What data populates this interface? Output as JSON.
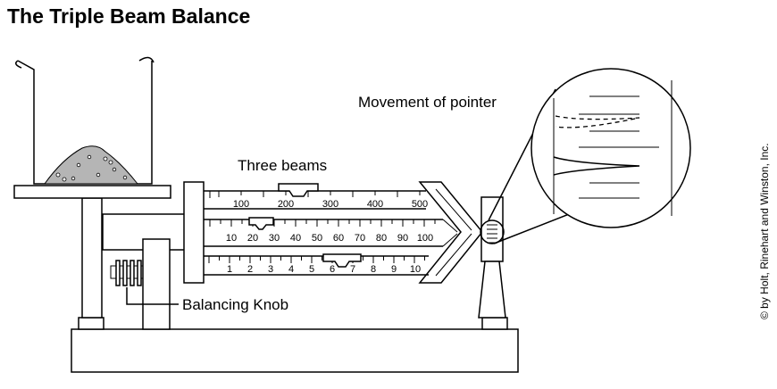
{
  "title": "The Triple Beam Balance",
  "labels": {
    "movement_of_pointer": "Movement of pointer",
    "three_beams": "Three beams",
    "balancing_knob": "Balancing Knob"
  },
  "copyright": "© by Holt, Rinehart and Winston, Inc.",
  "beams": {
    "top": [
      "100",
      "200",
      "300",
      "400",
      "500"
    ],
    "middle": [
      "10",
      "20",
      "30",
      "40",
      "50",
      "60",
      "70",
      "80",
      "90",
      "100"
    ],
    "bottom": [
      "1",
      "2",
      "3",
      "4",
      "5",
      "6",
      "7",
      "8",
      "9",
      "10"
    ]
  }
}
